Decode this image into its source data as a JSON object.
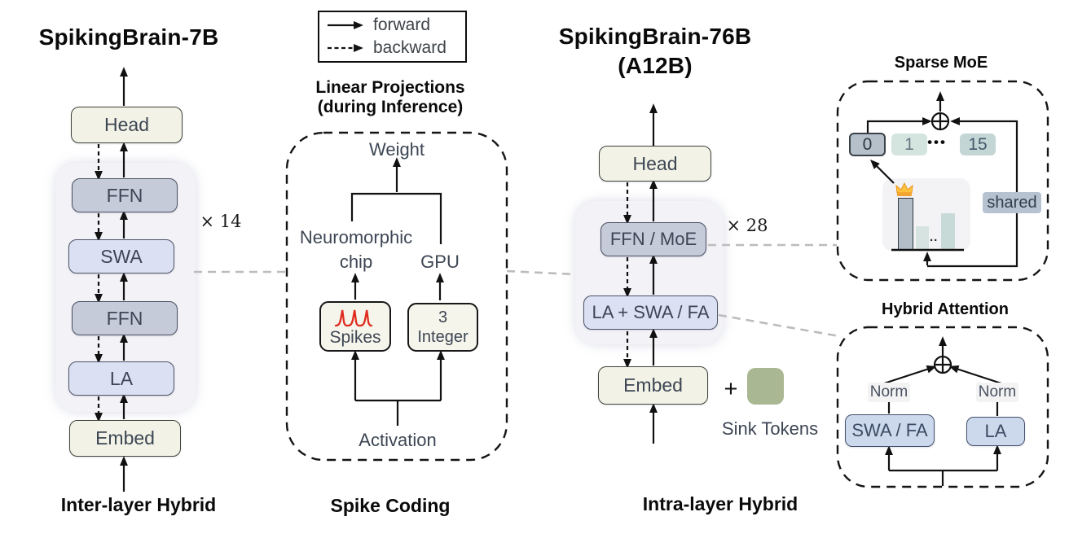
{
  "colors": {
    "spike_red": "#e02b20",
    "sink_green": "#a9b793",
    "expert_selected_gray": "#b6c0ca",
    "expert_teal_light": "#d4e4df",
    "expert_teal": "#c3d6d5",
    "shared_gray": "#b7c2d1",
    "connector_gray": "#bcbcbc"
  },
  "legend": {
    "forward": "forward",
    "backward": "backward"
  },
  "left": {
    "title": "SpikingBrain-7B",
    "repeat": "× 14",
    "blocks": {
      "head": "Head",
      "ffn_top": "FFN",
      "swa": "SWA",
      "ffn_bottom": "FFN",
      "la": "LA",
      "embed": "Embed"
    },
    "caption": "Inter-layer Hybrid"
  },
  "spike_coding": {
    "heading_line1": "Linear Projections",
    "heading_line2": "(during Inference)",
    "weight": "Weight",
    "neuromorphic_line1": "Neuromorphic",
    "neuromorphic_line2": "chip",
    "gpu": "GPU",
    "spikes_label": "Spikes",
    "integer_value": "3",
    "integer_label": "Integer",
    "activation": "Activation",
    "caption": "Spike Coding"
  },
  "right": {
    "title_line1": "SpikingBrain-76B",
    "title_line2": "(A12B)",
    "repeat": "× 28",
    "blocks": {
      "head": "Head",
      "ffn_moe": "FFN / MoE",
      "attention": "LA + SWA / FA",
      "embed": "Embed"
    },
    "plus_sign": "+",
    "sink_label": "Sink Tokens",
    "caption": "Intra-layer Hybrid"
  },
  "sparse_moe": {
    "title": "Sparse MoE",
    "experts": [
      "0",
      "1",
      "15"
    ],
    "experts_dots": "•••",
    "shared_label": "shared",
    "bars_dots": "..",
    "router_bars": [
      64,
      29,
      45
    ]
  },
  "hybrid_attention": {
    "title": "Hybrid Attention",
    "norm_label": "Norm",
    "swa_fa_label": "SWA / FA",
    "la_label": "LA"
  }
}
